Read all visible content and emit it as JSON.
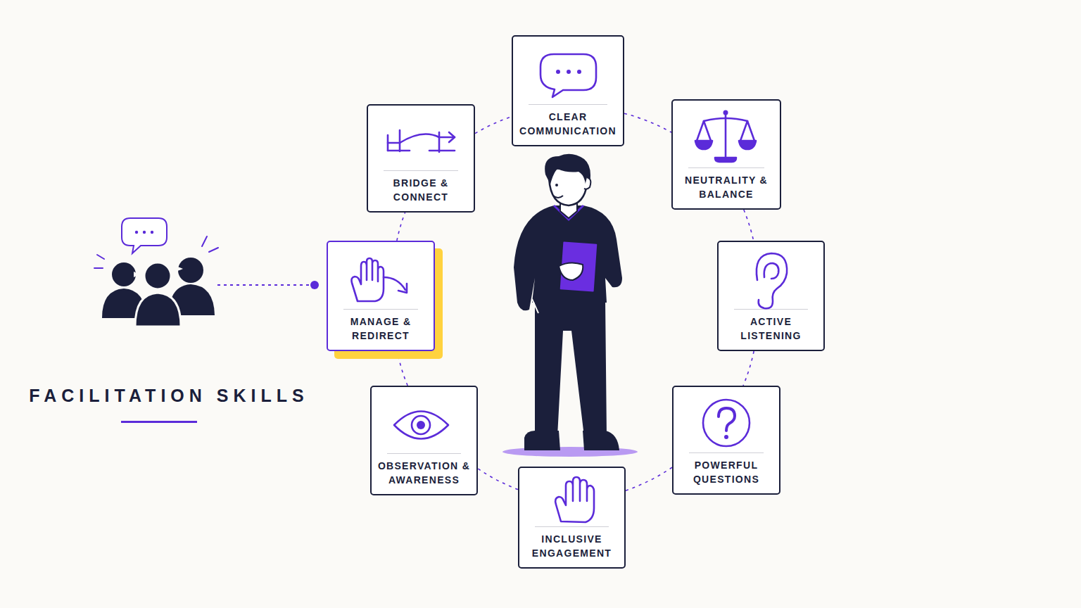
{
  "diagram": {
    "title": "FACILITATION SKILLS",
    "nodes": [
      {
        "text": [
          "CLEAR COMMUNICATION"
        ]
      },
      {
        "text": [
          "NEUTRALITY & BALANCE"
        ]
      },
      {
        "text": [
          "ACTIVE LISTENING"
        ]
      },
      {
        "text": [
          "POWERFUL QUESTIONS"
        ]
      },
      {
        "text": [
          "INCLUSIVE ENGAGEMENT"
        ]
      },
      {
        "text": [
          "OBSERVATION & AWARENESS"
        ]
      },
      {
        "text": [
          "MANAGE & REDIRECT"
        ]
      },
      {
        "text": [
          "BRIDGE & CONNECT"
        ]
      }
    ],
    "edges": [
      {
        "from": 0,
        "to": 1,
        "arrow": "none"
      },
      {
        "from": 1,
        "to": 2,
        "arrow": "none"
      },
      {
        "from": 2,
        "to": 3,
        "arrow": "none"
      },
      {
        "from": 3,
        "to": 4,
        "arrow": "none"
      },
      {
        "from": 4,
        "to": 5,
        "arrow": "none"
      },
      {
        "from": 5,
        "to": 6,
        "arrow": "none"
      },
      {
        "from": 6,
        "to": 7,
        "arrow": "none"
      },
      {
        "from": 7,
        "to": 0,
        "arrow": "none"
      }
    ]
  }
}
